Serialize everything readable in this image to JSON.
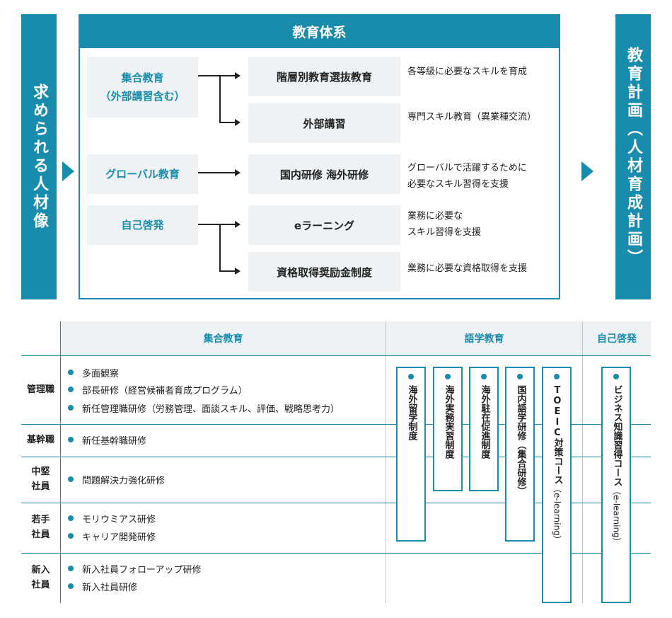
{
  "left_label": "求められる人材像",
  "right_label": "教育計画（人材育成計画）",
  "frame_title": "教育体系",
  "categories": [
    {
      "line1": "集合教育",
      "line2": "（外部講習含む）"
    },
    {
      "line1": "グローバル教育",
      "line2": ""
    },
    {
      "line1": "自己啓発",
      "line2": ""
    }
  ],
  "programs": [
    {
      "name": "階層別教育選抜教育",
      "desc1": "各等級に必要なスキルを育成",
      "desc2": ""
    },
    {
      "name": "外部講習",
      "desc1": "専門スキル教育（異業種交流）",
      "desc2": ""
    },
    {
      "name": "国内研修 海外研修",
      "desc1": "グローバルで活躍するために",
      "desc2": "必要なスキル習得を支援"
    },
    {
      "name": "eラーニング",
      "desc1": "業務に必要な",
      "desc2": "スキル習得を支援"
    },
    {
      "name": "資格取得奨励金制度",
      "desc1": "業務に必要な資格取得を支援",
      "desc2": ""
    }
  ],
  "table": {
    "headers": [
      "集合教育",
      "語学教育",
      "自己啓発"
    ],
    "rows": [
      {
        "label1": "管理職",
        "label2": "",
        "items": [
          "多面観察",
          "部長研修（経営候補者育成プログラム）",
          "新任管理職研修（労務管理、面談スキル、評価、戦略思考力）"
        ]
      },
      {
        "label1": "基幹職",
        "label2": "",
        "items": [
          "新任基幹職研修"
        ]
      },
      {
        "label1": "中堅",
        "label2": "社員",
        "items": [
          "問題解決力強化研修"
        ]
      },
      {
        "label1": "若手",
        "label2": "社員",
        "items": [
          "モリウミアス研修",
          "キャリア開発研修"
        ]
      },
      {
        "label1": "新入",
        "label2": "社員",
        "items": [
          "新入社員フォローアップ研修",
          "新入社員研修"
        ]
      }
    ],
    "language_columns": [
      {
        "main": "海外留学制度",
        "sub": ""
      },
      {
        "main": "海外実務実習制度",
        "sub": ""
      },
      {
        "main": "海外駐在促進制度",
        "sub": ""
      },
      {
        "main": "国内語学研修",
        "sub": "（集合研修）"
      },
      {
        "main": "TOEIC対策コース",
        "sub": "（e-learning）"
      }
    ],
    "self_dev_column": {
      "main": "ビジネス知識習得コース",
      "sub": "（e-learning）"
    }
  },
  "colors": {
    "accent": "#1a8cab",
    "panel": "#eef2f4",
    "text": "#222222"
  }
}
